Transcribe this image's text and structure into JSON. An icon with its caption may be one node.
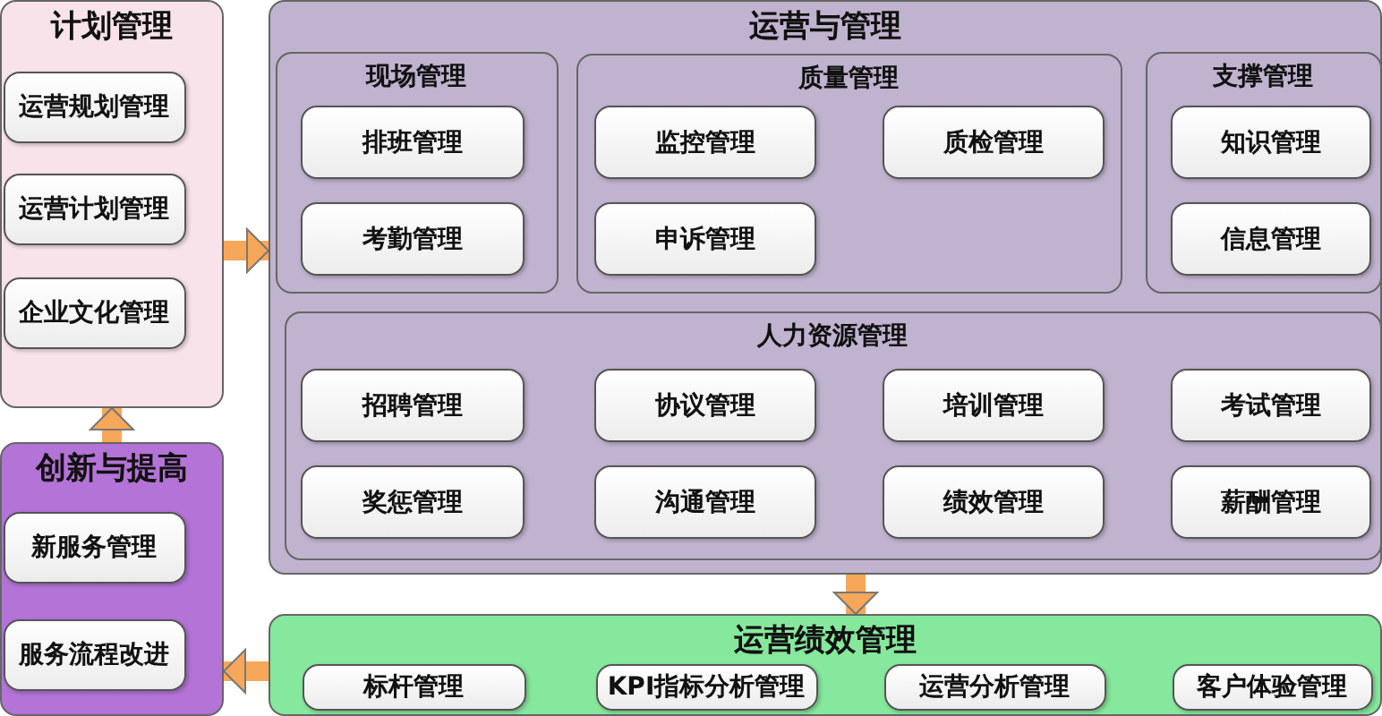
{
  "diagram": {
    "nodes": [
      {
        "text": [
          "计划管理"
        ]
      },
      {
        "text": [
          "运营规划管理"
        ],
        "in": 0
      },
      {
        "text": [
          "运营计划管理"
        ],
        "in": 0
      },
      {
        "text": [
          "企业文化管理"
        ],
        "in": 0
      },
      {
        "text": [
          "创新与提高"
        ]
      },
      {
        "text": [
          "新服务管理"
        ],
        "in": 4
      },
      {
        "text": [
          "服务流程改进"
        ],
        "in": 4
      },
      {
        "text": [
          "运营与管理"
        ]
      },
      {
        "text": [
          "现场管理"
        ],
        "in": 7
      },
      {
        "text": [
          "排班管理"
        ],
        "in": 8
      },
      {
        "text": [
          "考勤管理"
        ],
        "in": 8
      },
      {
        "text": [
          "质量管理"
        ],
        "in": 7
      },
      {
        "text": [
          "监控管理"
        ],
        "in": 11
      },
      {
        "text": [
          "质检管理"
        ],
        "in": 11
      },
      {
        "text": [
          "申诉管理"
        ],
        "in": 11
      },
      {
        "text": [
          "支撑管理"
        ],
        "in": 7
      },
      {
        "text": [
          "知识管理"
        ],
        "in": 15
      },
      {
        "text": [
          "信息管理"
        ],
        "in": 15
      },
      {
        "text": [
          "人力资源管理"
        ],
        "in": 7
      },
      {
        "text": [
          "招聘管理"
        ],
        "in": 18
      },
      {
        "text": [
          "协议管理"
        ],
        "in": 18
      },
      {
        "text": [
          "培训管理"
        ],
        "in": 18
      },
      {
        "text": [
          "考试管理"
        ],
        "in": 18
      },
      {
        "text": [
          "奖惩管理"
        ],
        "in": 18
      },
      {
        "text": [
          "沟通管理"
        ],
        "in": 18
      },
      {
        "text": [
          "绩效管理"
        ],
        "in": 18
      },
      {
        "text": [
          "薪酬管理"
        ],
        "in": 18
      },
      {
        "text": [
          "运营绩效管理"
        ]
      },
      {
        "text": [
          "标杆管理"
        ],
        "in": 27
      },
      {
        "text": [
          "KPI指标分析管理"
        ],
        "in": 27
      },
      {
        "text": [
          "运营分析管理"
        ],
        "in": 27
      },
      {
        "text": [
          "客户体验管理"
        ],
        "in": 27
      }
    ],
    "edges": [
      {
        "from": 4,
        "to": 0,
        "arrow": "to"
      },
      {
        "from": 0,
        "to": 7,
        "arrow": "to"
      },
      {
        "from": 7,
        "to": 27,
        "arrow": "to"
      },
      {
        "from": 27,
        "to": 4,
        "arrow": "to"
      }
    ]
  }
}
